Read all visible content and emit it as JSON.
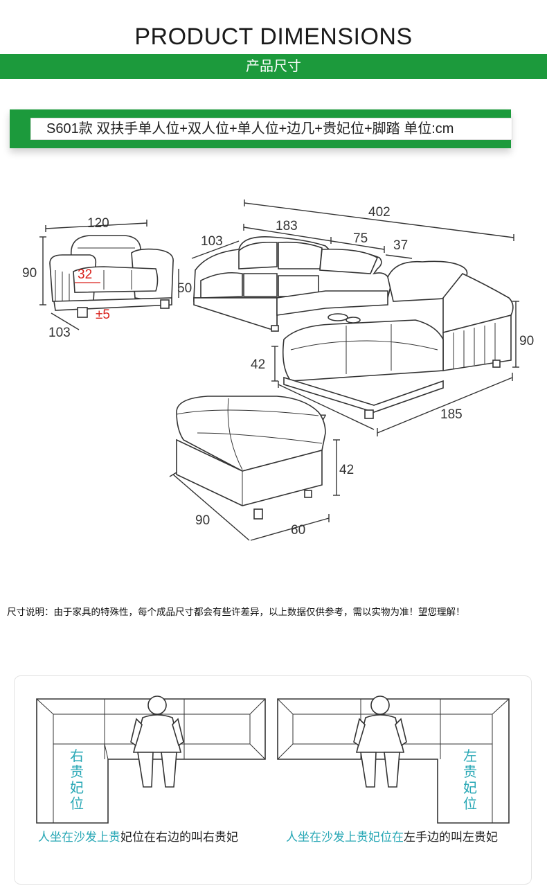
{
  "header": {
    "title": "PRODUCT DIMENSIONS",
    "subtitle": "产品尺寸"
  },
  "spec": {
    "text": "S601款 双扶手单人位+双人位+单人位+边几+贵妃位+脚踏 单位:cm"
  },
  "dimensions": {
    "armchair_width": "120",
    "armchair_height": "90",
    "armchair_depth": "103",
    "armchair_arm": "32",
    "armchair_leg": "±5",
    "seat_height": "50",
    "total_length": "402",
    "sofa_length": "183",
    "sofa_depth": "103",
    "section_75": "75",
    "section_37": "37",
    "chaise_height": "90",
    "chaise_seat": "42",
    "chaise_length": "185",
    "chaise_width": "107",
    "ottoman_height": "42",
    "ottoman_length": "90",
    "ottoman_width": "60"
  },
  "note": "尺寸说明：由于家具的特殊性，每个成品尺寸都会有些许差异，以上数据仅供参考，需以实物为准！望您理解！",
  "guide": {
    "right_label": [
      "右",
      "贵",
      "妃",
      "位"
    ],
    "left_label": [
      "左",
      "贵",
      "妃",
      "位"
    ],
    "right_caption_cyan": "人坐在沙发上贵",
    "right_caption_dark": "妃位在右边的叫右贵妃",
    "left_caption_cyan": "人坐在沙发上贵妃位在",
    "left_caption_dark": "左手边的叫左贵妃"
  },
  "colors": {
    "brand_green": "#1c9a3c",
    "accent_cyan": "#27a7b5",
    "accent_red": "#d9221c"
  }
}
